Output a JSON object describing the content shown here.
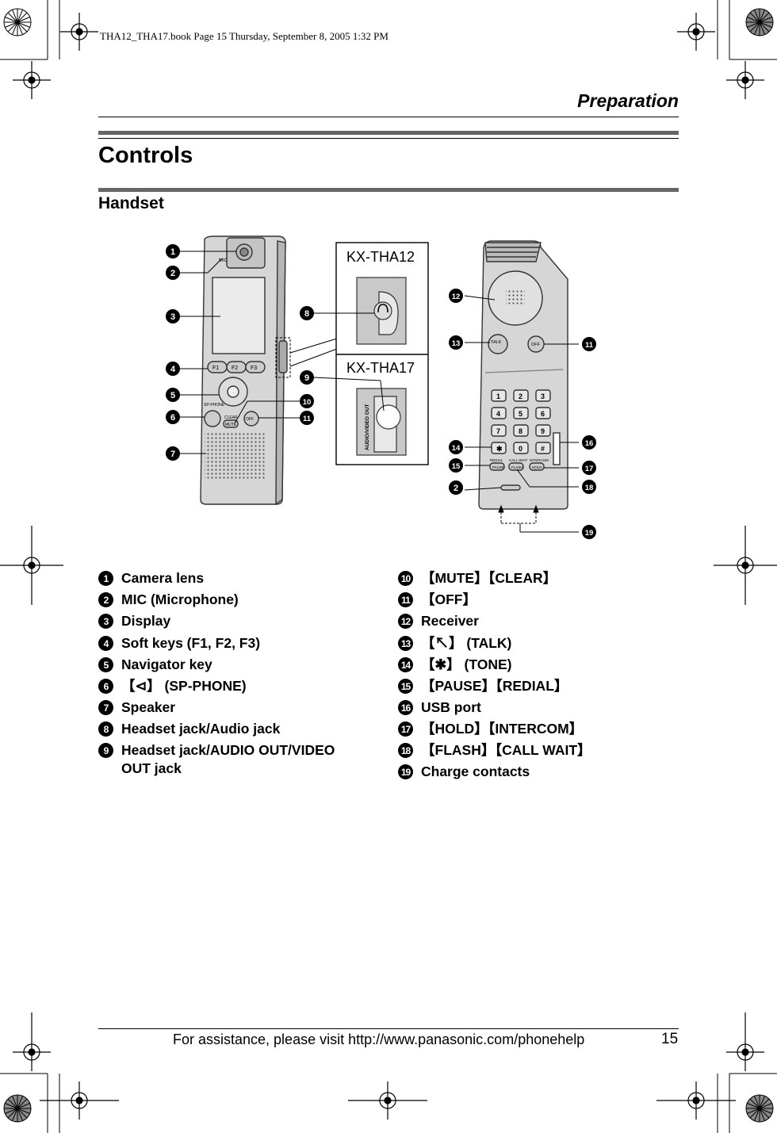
{
  "book_header": "THA12_THA17.book  Page 15  Thursday, September 8, 2005  1:32 PM",
  "section": "Preparation",
  "title": "Controls",
  "subtitle": "Handset",
  "models": [
    "KX-THA12",
    "KX-THA17"
  ],
  "illustration": {
    "handset_front": {
      "mic_label": "MIC",
      "soft_keys": [
        "F1",
        "F2",
        "F3"
      ],
      "sp_phone_label": "SP-PHONE",
      "clear_label": "CLEAR",
      "mute_label": "MUTE",
      "off_label": "OFF"
    },
    "jack_label_tha17": "AUDIO/VIDEO  OUT",
    "handset_back": {
      "talk_label": "TALK",
      "off_label": "OFF",
      "keypad": [
        "1",
        "2",
        "3",
        "4",
        "5",
        "6",
        "7",
        "8",
        "9",
        "✱",
        "0",
        "#"
      ],
      "bottom_keys": [
        "PAUSE",
        "FLASH",
        "HOLD"
      ],
      "bottom_key_captions": [
        "REDIAL",
        "CALL WAIT",
        "INTERCOM"
      ]
    }
  },
  "controls_left": [
    {
      "num": "1",
      "text": "Camera lens"
    },
    {
      "num": "2",
      "text": "MIC (Microphone)"
    },
    {
      "num": "3",
      "text": "Display"
    },
    {
      "num": "4",
      "text": "Soft keys (F1, F2, F3)"
    },
    {
      "num": "5",
      "text": "Navigator key"
    },
    {
      "num": "6",
      "text": "【⊲】 (SP-PHONE)"
    },
    {
      "num": "7",
      "text": "Speaker"
    },
    {
      "num": "8",
      "text": "Headset jack/Audio jack"
    },
    {
      "num": "9",
      "text": "Headset jack/AUDIO OUT/VIDEO OUT jack"
    }
  ],
  "controls_right": [
    {
      "num": "10",
      "text": "【MUTE】【CLEAR】"
    },
    {
      "num": "11",
      "text": "【OFF】"
    },
    {
      "num": "12",
      "text": "Receiver"
    },
    {
      "num": "13",
      "text": "【↖】 (TALK)"
    },
    {
      "num": "14",
      "text": "【✱】 (TONE)"
    },
    {
      "num": "15",
      "text": "【PAUSE】【REDIAL】"
    },
    {
      "num": "16",
      "text": "USB port"
    },
    {
      "num": "17",
      "text": "【HOLD】【INTERCOM】"
    },
    {
      "num": "18",
      "text": "【FLASH】【CALL WAIT】"
    },
    {
      "num": "19",
      "text": "Charge contacts"
    }
  ],
  "footer": {
    "text": "For assistance, please visit http://www.panasonic.com/phonehelp",
    "page": "15"
  }
}
